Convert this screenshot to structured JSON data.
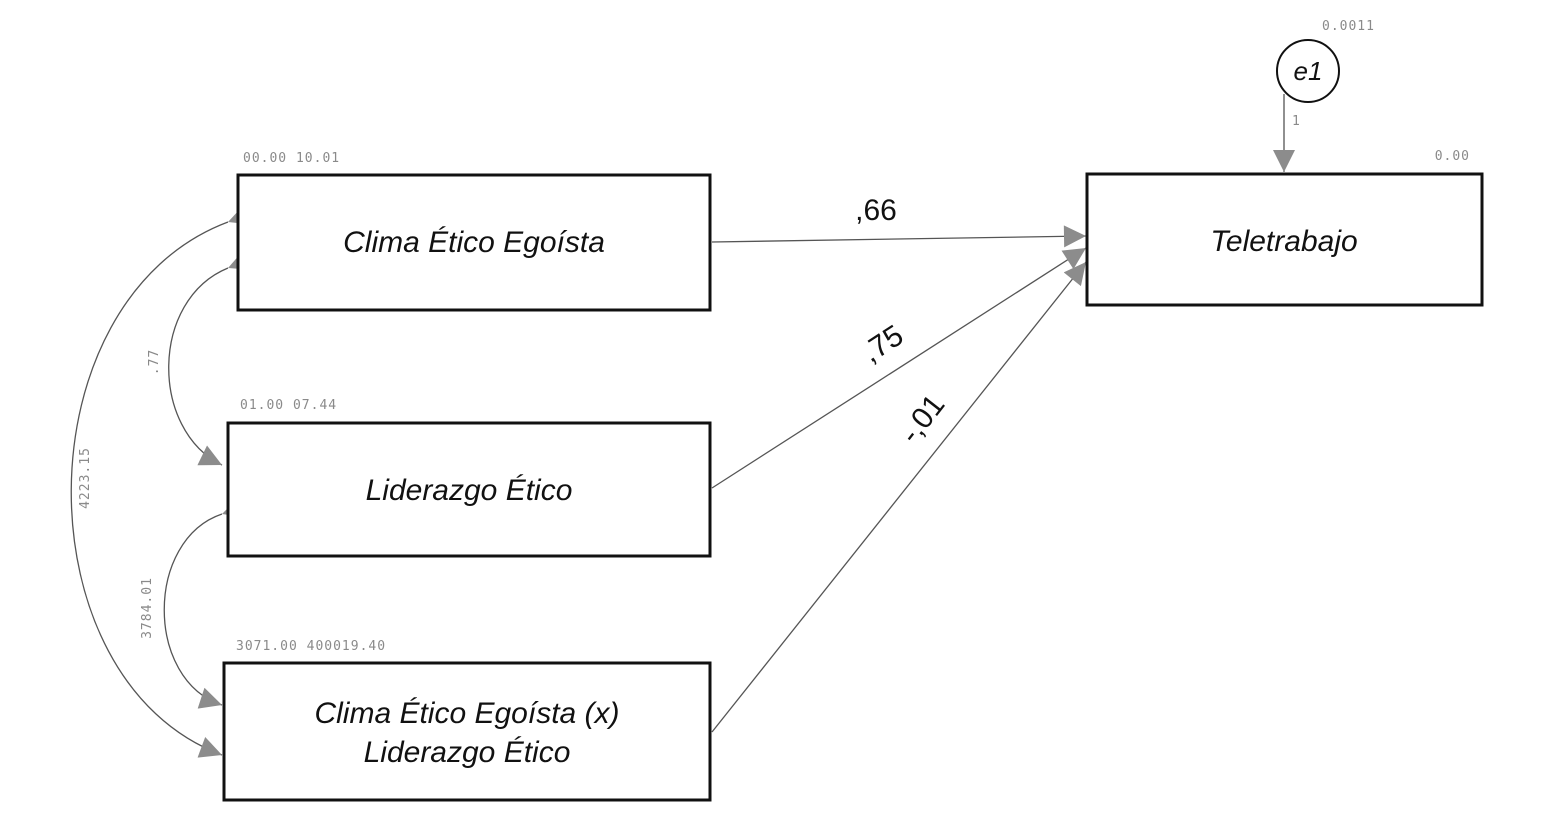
{
  "nodes": {
    "clima": {
      "label": "Clima Ético Egoísta",
      "stat": "00.00  10.01"
    },
    "liderazgo": {
      "label": "Liderazgo Ético",
      "stat": "01.00  07.44"
    },
    "interaccion": {
      "line1": "Clima Ético Egoísta  (x)",
      "line2": "Liderazgo Ético",
      "stat": "3071.00  400019.40"
    },
    "teletrabajo": {
      "label": "Teletrabajo",
      "stat": "0.00"
    },
    "error": {
      "label": "e1",
      "stat": "0.0011",
      "weight": "1"
    }
  },
  "paths": {
    "clima_teletrabajo": ",66",
    "liderazgo_teletrabajo": ",75",
    "interaccion_teletrabajo": "-,01"
  },
  "covariances": {
    "clima_liderazgo": ".77",
    "liderazgo_interaccion": "3784.01",
    "clima_interaccion": "4223.15"
  },
  "colors": {
    "arrowhead": "#8c8c8c",
    "line": "#555555",
    "box_border": "#111111"
  }
}
